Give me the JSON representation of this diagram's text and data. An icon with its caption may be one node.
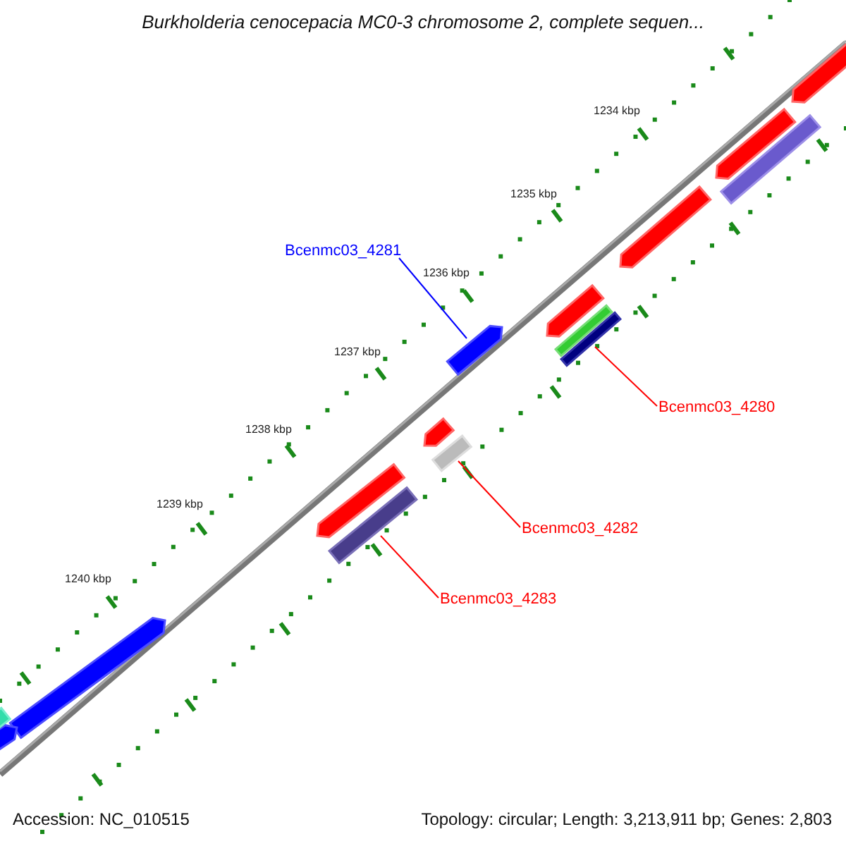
{
  "diagram": {
    "title": "Burkholderia cenocepacia MC0-3 chromosome 2, complete sequen...",
    "nodes": [
      {
        "text": [
          "Bcenmc03_4281"
        ]
      },
      {
        "text": [],
        "shape": "arrow"
      },
      {
        "text": [
          "Bcenmc03_4280"
        ]
      },
      {
        "text": [],
        "shape": "bar"
      },
      {
        "text": [
          "Bcenmc03_4282"
        ]
      },
      {
        "text": [],
        "shape": "bar"
      },
      {
        "text": [
          "Bcenmc03_4283"
        ]
      },
      {
        "text": [],
        "shape": "bar"
      },
      {
        "text": [],
        "shape": "arrow"
      },
      {
        "text": [],
        "shape": "arrow"
      },
      {
        "text": [],
        "shape": "bar"
      },
      {
        "text": [],
        "shape": "arrow"
      },
      {
        "text": [],
        "shape": "arrow"
      },
      {
        "text": [],
        "shape": "bar"
      },
      {
        "text": [],
        "shape": "arrow"
      },
      {
        "text": [],
        "shape": "arrow"
      },
      {
        "text": [],
        "shape": "arrow"
      },
      {
        "text": [],
        "shape": "arrow"
      },
      {
        "text": [],
        "shape": "bar"
      }
    ],
    "edges": [
      {
        "from": 0,
        "to": 1,
        "arrow": "none",
        "color": "#0000ff"
      },
      {
        "from": 2,
        "to": 3,
        "arrow": "none"
      },
      {
        "from": 4,
        "to": 5,
        "arrow": "none"
      },
      {
        "from": 6,
        "to": 7,
        "arrow": "none"
      }
    ],
    "labels": [
      "1234 kbp",
      "1235 kbp",
      "1236 kbp",
      "1237 kbp",
      "1238 kbp",
      "1239 kbp",
      "1240 kbp",
      "Accession: NC_010515",
      "Topology: circular; Length: 3,213,911 bp; Genes: 2,803"
    ]
  }
}
